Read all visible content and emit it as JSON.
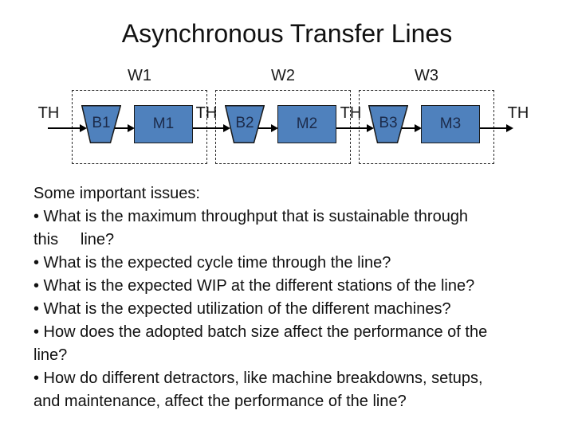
{
  "slide": {
    "title": "Asynchronous Transfer Lines",
    "background": "#ffffff"
  },
  "diagram": {
    "stations": [
      {
        "label": "W1",
        "buffer": "B1",
        "machine": "M1"
      },
      {
        "label": "W2",
        "buffer": "B2",
        "machine": "M2"
      },
      {
        "label": "W3",
        "buffer": "B3",
        "machine": "M3"
      }
    ],
    "throughput_labels": [
      "TH",
      "TH",
      "TH",
      "TH"
    ],
    "colors": {
      "shape_fill": "#4f81bd",
      "shape_border": "#1a1a1a",
      "shape_text": "#1c2b4a",
      "arrow": "#000000"
    }
  },
  "body": {
    "lines": [
      "Some important issues:",
      "• What is the maximum throughput that is sustainable through",
      "this     line?",
      "• What is the expected cycle time through the line?",
      "• What is the expected WIP at the different stations of the line?",
      "• What is the expected utilization of the different machines?",
      "• How does the adopted batch size affect the performance of the",
      "line?",
      "• How do different detractors, like machine breakdowns, setups,",
      "and maintenance, affect the performance of the line?"
    ]
  }
}
